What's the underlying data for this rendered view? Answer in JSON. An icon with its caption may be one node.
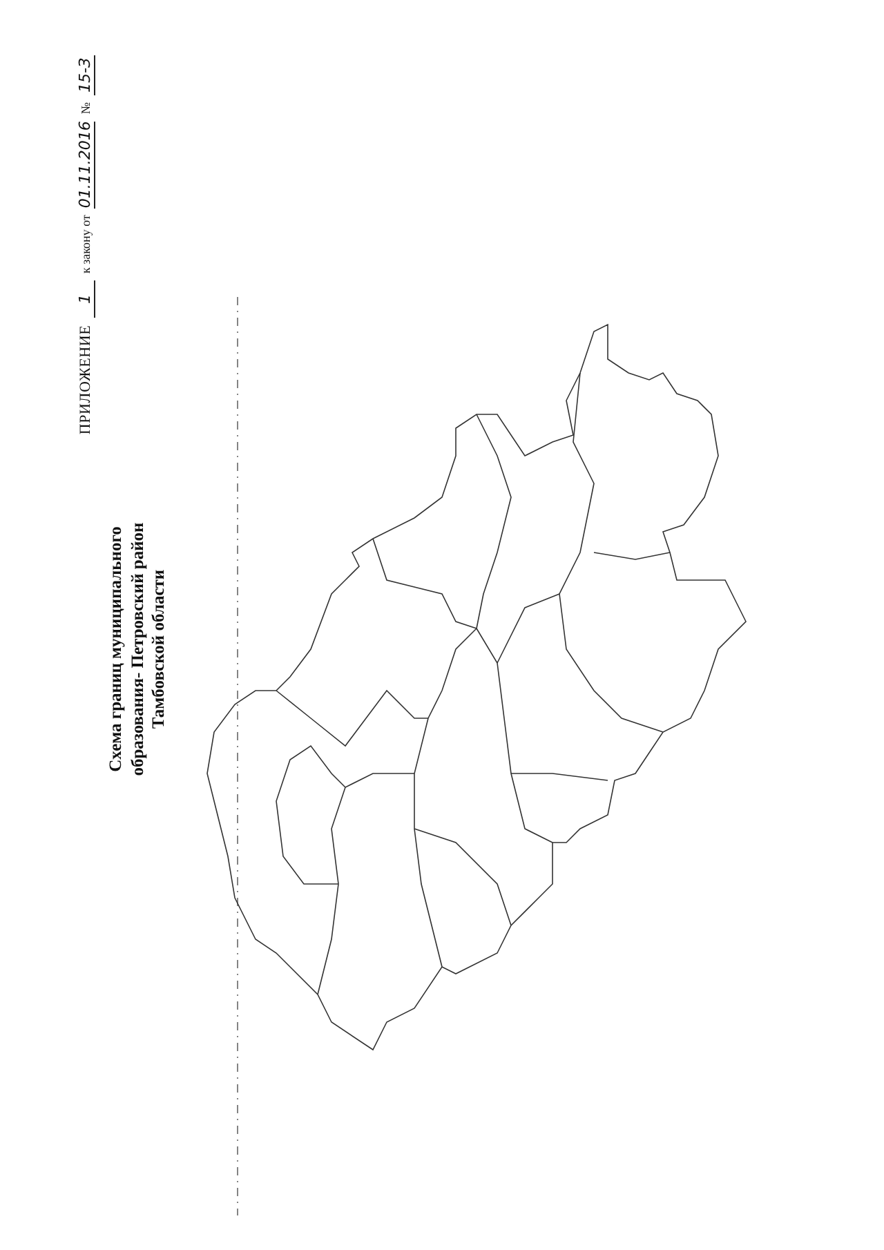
{
  "diagram": {
    "title": "Схема границ муниципального образования- Петровский район Тамбовской области",
    "labels": [
      "ПРИЛОЖЕНИЕ",
      "1",
      "к закону от",
      "01.11.2016",
      "№",
      "15-З"
    ]
  }
}
